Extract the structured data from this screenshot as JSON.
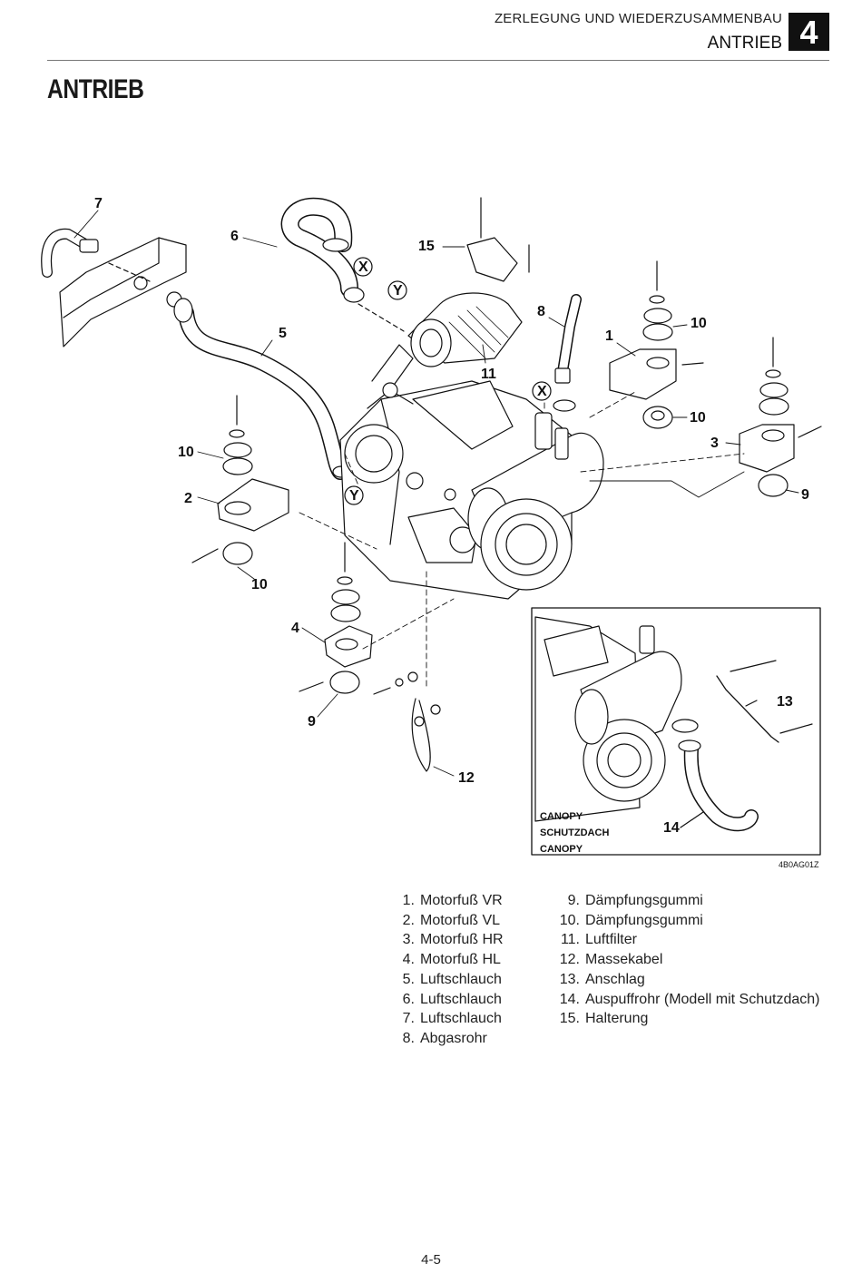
{
  "header": {
    "section": "ZERLEGUNG UND WIEDERZUSAMMENBAU",
    "chapter": "ANTRIEB",
    "chapter_number": "4"
  },
  "page_title": "ANTRIEB",
  "figure": {
    "callouts": {
      "c1": "1",
      "c2": "2",
      "c3": "3",
      "c4": "4",
      "c5": "5",
      "c6": "6",
      "c7": "7",
      "c8": "8",
      "c9a": "9",
      "c9b": "9",
      "c10a": "10",
      "c10b": "10",
      "c10c": "10",
      "c10d": "10",
      "c11": "11",
      "c12": "12",
      "c13": "13",
      "c14": "14",
      "c15": "15",
      "xa": "X",
      "xb": "X",
      "ya": "Y",
      "yb": "Y"
    },
    "inset_labels": [
      "CANOPY",
      "SCHUTZDACH",
      "CANOPY"
    ],
    "figure_code": "4B0AG01Z"
  },
  "legend": {
    "left": [
      {
        "num": "1.",
        "text": "Motorfuß VR"
      },
      {
        "num": "2.",
        "text": "Motorfuß VL"
      },
      {
        "num": "3.",
        "text": "Motorfuß HR"
      },
      {
        "num": "4.",
        "text": "Motorfuß HL"
      },
      {
        "num": "5.",
        "text": "Luftschlauch"
      },
      {
        "num": "6.",
        "text": "Luftschlauch"
      },
      {
        "num": "7.",
        "text": "Luftschlauch"
      },
      {
        "num": "8.",
        "text": "Abgasrohr"
      }
    ],
    "right": [
      {
        "num": "9.",
        "text": "Dämpfungsgummi"
      },
      {
        "num": "10.",
        "text": "Dämpfungsgummi"
      },
      {
        "num": "11.",
        "text": "Luftfilter"
      },
      {
        "num": "12.",
        "text": "Massekabel"
      },
      {
        "num": "13.",
        "text": "Anschlag"
      },
      {
        "num": "14.",
        "text": "Auspuffrohr (Modell mit Schutzdach)"
      },
      {
        "num": "15.",
        "text": "Halterung"
      }
    ]
  },
  "page_number": "4-5"
}
